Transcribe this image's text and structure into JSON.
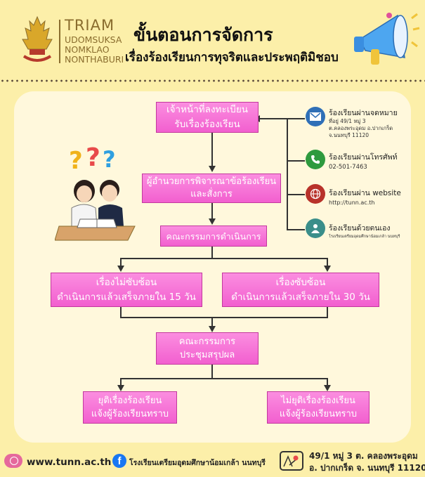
{
  "school_logo": {
    "line1": "TRIAM",
    "line2": "UDOMSUKSA",
    "line3": "NOMKLAO",
    "line4": "NONTHABURI"
  },
  "title": {
    "line1": "ขั้นตอนการจัดการ",
    "line2": "เรื่องร้องเรียนการทุจริตและประพฤติมิชอบ"
  },
  "flow": {
    "step1": {
      "line1": "เจ้าหน้าที่ลงทะเบียน",
      "line2": "รับเรื่องร้องเรียน"
    },
    "step2": {
      "line1": "ผู้อำนวยการพิจารณาข้อร้องเรียน",
      "line2": "และสั่งการ"
    },
    "step3": {
      "line1": "คณะกรรมการดำเนินการ"
    },
    "branch_simple": {
      "line1": "เรื่องไม่ซับซ้อน",
      "line2": "ดำเนินการแล้วเสร็จภายใน 15 วัน"
    },
    "branch_complex": {
      "line1": "เรื่องซับซ้อน",
      "line2": "ดำเนินการแล้วเสร็จภายใน 30 วัน"
    },
    "step4": {
      "line1": "คณะกรรมการ",
      "line2": "ประชุมสรุปผล"
    },
    "end_stop": {
      "line1": "ยุติเรื่องร้องเรียน",
      "line2": "แจ้งผู้ร้องเรียนทราบ"
    },
    "end_continue": {
      "line1": "ไม่ยุติเรื่องร้องเรียน",
      "line2": "แจ้งผู้ร้องเรียนทราบ"
    }
  },
  "channels": [
    {
      "icon": "mail-icon",
      "color": "#2f6fb7",
      "title": "ร้องเรียนผ่านจดหมาย",
      "details": [
        "ที่อยู่ 49/1 หมู่ 3",
        "ต.คลองพระอุดม  อ.ปากเกร็ด",
        "จ.นนทบุรี  11120"
      ]
    },
    {
      "icon": "phone-icon",
      "color": "#2e9a3e",
      "title": "ร้องเรียนผ่านโทรศัพท์",
      "details": [
        "02-501-7463"
      ]
    },
    {
      "icon": "globe-icon",
      "color": "#b8322a",
      "title": "ร้องเรียนผ่าน website",
      "details": [
        "http://tunn.ac.th"
      ]
    },
    {
      "icon": "person-icon",
      "color": "#3a8e8a",
      "title": "ร้องเรียนด้วยตนเอง",
      "details": [
        "โรงเรียนเตรียมอุดมศึกษาน้อมเกล้า นนทบุรี"
      ]
    }
  ],
  "footer": {
    "website": "www.tunn.ac.th",
    "facebook": "โรงเรียนเตรียมอุดมศึกษาน้อมเกล้า นนทบุรี",
    "address_line1": "49/1 หมู่ 3 ต. คลองพระอุดม",
    "address_line2": "อ. ปากเกร็ด จ. นนทบุรี 11120"
  },
  "colors": {
    "background": "#fcefa9",
    "box": "#f25fcf",
    "panel": "#fff8dc"
  }
}
